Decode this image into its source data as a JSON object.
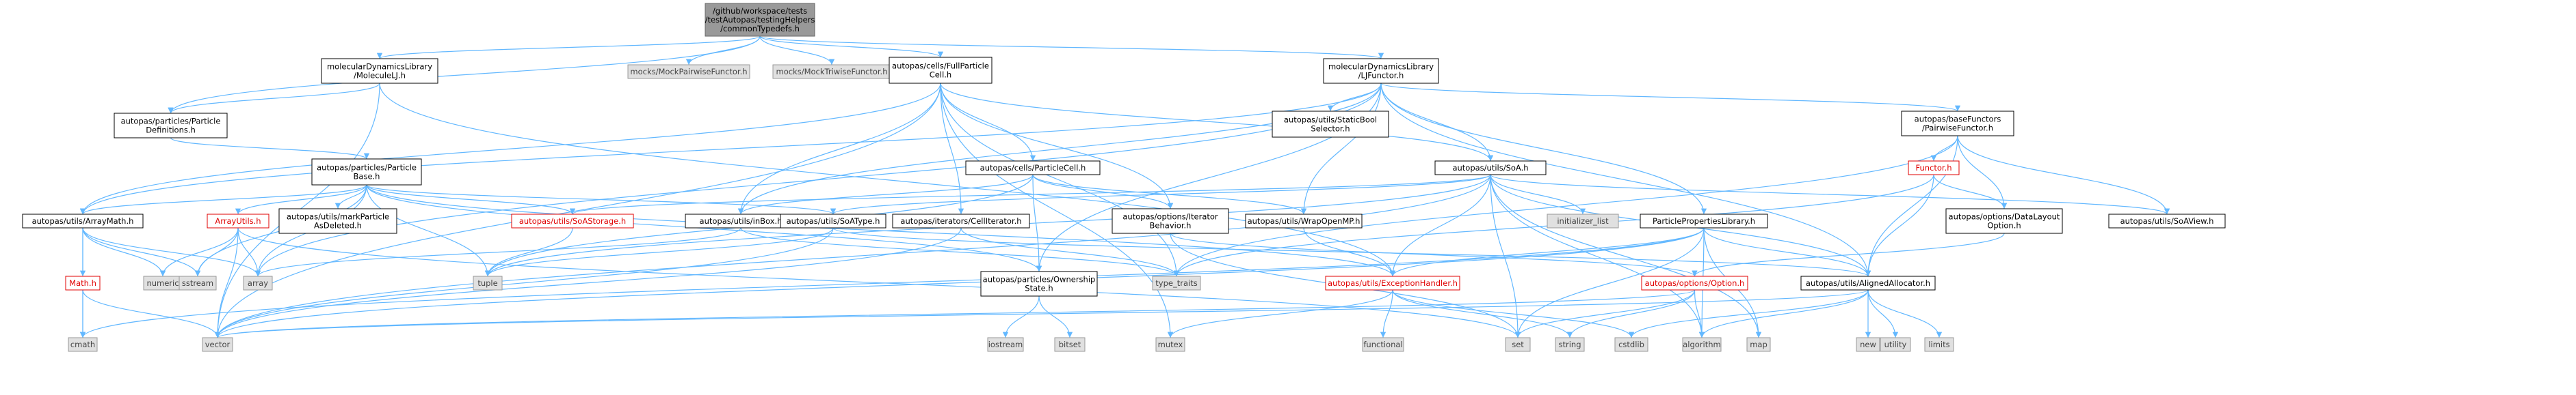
{
  "colors": {
    "edge": "#63b8ff",
    "root_fill": "#999999",
    "external_fill": "#e0e0e0",
    "red_text": "#e00000"
  },
  "nodes": [
    {
      "id": "root",
      "kind": "root",
      "lines": [
        "/github/workspace/tests",
        "/testAutopas/testingHelpers",
        "/commonTypedefs.h"
      ]
    },
    {
      "id": "molLJ",
      "kind": "std",
      "lines": [
        "molecularDynamicsLibrary",
        "/MoleculeLJ.h"
      ]
    },
    {
      "id": "mockPair",
      "kind": "ext",
      "lines": [
        "mocks/MockPairwiseFunctor.h"
      ]
    },
    {
      "id": "mockTri",
      "kind": "ext",
      "lines": [
        "mocks/MockTriwiseFunctor.h"
      ]
    },
    {
      "id": "fullCell",
      "kind": "std",
      "lines": [
        "autopas/cells/FullParticle",
        "Cell.h"
      ]
    },
    {
      "id": "ljFunctor",
      "kind": "std",
      "lines": [
        "molecularDynamicsLibrary",
        "/LJFunctor.h"
      ]
    },
    {
      "id": "partDef",
      "kind": "std",
      "lines": [
        "autopas/particles/Particle",
        "Definitions.h"
      ]
    },
    {
      "id": "partBase",
      "kind": "std",
      "lines": [
        "autopas/particles/Particle",
        "Base.h"
      ]
    },
    {
      "id": "staticBool",
      "kind": "std",
      "lines": [
        "autopas/utils/StaticBool",
        "Selector.h"
      ]
    },
    {
      "id": "pairFunctor",
      "kind": "std",
      "lines": [
        "autopas/baseFunctors",
        "/PairwiseFunctor.h"
      ]
    },
    {
      "id": "particleCell",
      "kind": "std",
      "lines": [
        "autopas/cells/ParticleCell.h"
      ]
    },
    {
      "id": "soa",
      "kind": "std",
      "lines": [
        "autopas/utils/SoA.h"
      ]
    },
    {
      "id": "arrayMath",
      "kind": "std",
      "lines": [
        "autopas/utils/ArrayMath.h"
      ]
    },
    {
      "id": "arrayUtils",
      "kind": "redfile",
      "lines": [
        "ArrayUtils.h"
      ]
    },
    {
      "id": "markDeleted",
      "kind": "std",
      "lines": [
        "autopas/utils/markParticle",
        "AsDeleted.h"
      ]
    },
    {
      "id": "soaStorage",
      "kind": "redfile",
      "lines": [
        "autopas/utils/SoAStorage.h"
      ]
    },
    {
      "id": "inBox",
      "kind": "std",
      "lines": [
        "autopas/utils/inBox.h"
      ]
    },
    {
      "id": "soaType",
      "kind": "std",
      "lines": [
        "autopas/utils/SoAType.h"
      ]
    },
    {
      "id": "cellIter",
      "kind": "std",
      "lines": [
        "autopas/iterators/CellIterator.h"
      ]
    },
    {
      "id": "iterBehavior",
      "kind": "std",
      "lines": [
        "autopas/options/Iterator",
        "Behavior.h"
      ]
    },
    {
      "id": "wrapOpenMP",
      "kind": "std",
      "lines": [
        "autopas/utils/WrapOpenMP.h"
      ]
    },
    {
      "id": "initList",
      "kind": "ext",
      "lines": [
        "initializer_list"
      ]
    },
    {
      "id": "ppLib",
      "kind": "std",
      "lines": [
        "ParticlePropertiesLibrary.h"
      ]
    },
    {
      "id": "functor",
      "kind": "redfile",
      "lines": [
        "Functor.h"
      ]
    },
    {
      "id": "dataLayout",
      "kind": "std",
      "lines": [
        "autopas/options/DataLayout",
        "Option.h"
      ]
    },
    {
      "id": "soaView",
      "kind": "std",
      "lines": [
        "autopas/utils/SoAView.h"
      ]
    },
    {
      "id": "mathH",
      "kind": "redfile",
      "lines": [
        "Math.h"
      ]
    },
    {
      "id": "numeric",
      "kind": "ext",
      "lines": [
        "numeric"
      ]
    },
    {
      "id": "sstream",
      "kind": "ext",
      "lines": [
        "sstream"
      ]
    },
    {
      "id": "array",
      "kind": "ext",
      "lines": [
        "array"
      ]
    },
    {
      "id": "tuple",
      "kind": "ext",
      "lines": [
        "tuple"
      ]
    },
    {
      "id": "ownership",
      "kind": "std",
      "lines": [
        "autopas/particles/Ownership",
        "State.h"
      ]
    },
    {
      "id": "typeTraits",
      "kind": "ext",
      "lines": [
        "type_traits"
      ]
    },
    {
      "id": "excHandler",
      "kind": "redfile",
      "lines": [
        "autopas/utils/ExceptionHandler.h"
      ]
    },
    {
      "id": "option",
      "kind": "redfile",
      "lines": [
        "autopas/options/Option.h"
      ]
    },
    {
      "id": "alignedAlloc",
      "kind": "std",
      "lines": [
        "autopas/utils/AlignedAllocator.h"
      ]
    },
    {
      "id": "cmath",
      "kind": "ext",
      "lines": [
        "cmath"
      ]
    },
    {
      "id": "vector",
      "kind": "ext",
      "lines": [
        "vector"
      ]
    },
    {
      "id": "iostream",
      "kind": "ext",
      "lines": [
        "iostream"
      ]
    },
    {
      "id": "bitset",
      "kind": "ext",
      "lines": [
        "bitset"
      ]
    },
    {
      "id": "mutex",
      "kind": "ext",
      "lines": [
        "mutex"
      ]
    },
    {
      "id": "functional",
      "kind": "ext",
      "lines": [
        "functional"
      ]
    },
    {
      "id": "set",
      "kind": "ext",
      "lines": [
        "set"
      ]
    },
    {
      "id": "string",
      "kind": "ext",
      "lines": [
        "string"
      ]
    },
    {
      "id": "cstdlib",
      "kind": "ext",
      "lines": [
        "cstdlib"
      ]
    },
    {
      "id": "algorithm",
      "kind": "ext",
      "lines": [
        "algorithm"
      ]
    },
    {
      "id": "map",
      "kind": "ext",
      "lines": [
        "map"
      ]
    },
    {
      "id": "new",
      "kind": "ext",
      "lines": [
        "new"
      ]
    },
    {
      "id": "utility",
      "kind": "ext",
      "lines": [
        "utility"
      ]
    },
    {
      "id": "limits",
      "kind": "ext",
      "lines": [
        "limits"
      ]
    }
  ],
  "edges": [
    [
      "root",
      "molLJ"
    ],
    [
      "root",
      "mockPair"
    ],
    [
      "root",
      "mockTri"
    ],
    [
      "root",
      "fullCell"
    ],
    [
      "root",
      "ljFunctor"
    ],
    [
      "root",
      "partDef"
    ],
    [
      "molLJ",
      "partDef"
    ],
    [
      "molLJ",
      "vector"
    ],
    [
      "molLJ",
      "excHandler"
    ],
    [
      "partDef",
      "partBase"
    ],
    [
      "partBase",
      "arrayMath"
    ],
    [
      "partBase",
      "arrayUtils"
    ],
    [
      "partBase",
      "markDeleted"
    ],
    [
      "partBase",
      "soaStorage"
    ],
    [
      "partBase",
      "soaType"
    ],
    [
      "partBase",
      "ownership"
    ],
    [
      "partBase",
      "excHandler"
    ],
    [
      "partBase",
      "array"
    ],
    [
      "partBase",
      "sstream"
    ],
    [
      "partBase",
      "tuple"
    ],
    [
      "fullCell",
      "particleCell"
    ],
    [
      "fullCell",
      "soa"
    ],
    [
      "fullCell",
      "cellIter"
    ],
    [
      "fullCell",
      "iterBehavior"
    ],
    [
      "fullCell",
      "inBox"
    ],
    [
      "fullCell",
      "arrayMath"
    ],
    [
      "fullCell",
      "mutex"
    ],
    [
      "fullCell",
      "vector"
    ],
    [
      "fullCell",
      "typeTraits"
    ],
    [
      "ljFunctor",
      "arrayMath"
    ],
    [
      "ljFunctor",
      "staticBool"
    ],
    [
      "ljFunctor",
      "pairFunctor"
    ],
    [
      "ljFunctor",
      "soa"
    ],
    [
      "ljFunctor",
      "ppLib"
    ],
    [
      "ljFunctor",
      "wrapOpenMP"
    ],
    [
      "ljFunctor",
      "inBox"
    ],
    [
      "ljFunctor",
      "alignedAlloc"
    ],
    [
      "ljFunctor",
      "ownership"
    ],
    [
      "ljFunctor",
      "array"
    ],
    [
      "pairFunctor",
      "functor"
    ],
    [
      "pairFunctor",
      "dataLayout"
    ],
    [
      "pairFunctor",
      "soaView"
    ],
    [
      "pairFunctor",
      "alignedAlloc"
    ],
    [
      "pairFunctor",
      "typeTraits"
    ],
    [
      "particleCell",
      "inBox"
    ],
    [
      "particleCell",
      "iterBehavior"
    ],
    [
      "particleCell",
      "ownership"
    ],
    [
      "particleCell",
      "wrapOpenMP"
    ],
    [
      "particleCell",
      "tuple"
    ],
    [
      "soa",
      "soaStorage"
    ],
    [
      "soa",
      "soaType"
    ],
    [
      "soa",
      "soaView"
    ],
    [
      "soa",
      "initList"
    ],
    [
      "soa",
      "alignedAlloc"
    ],
    [
      "soa",
      "excHandler"
    ],
    [
      "soa",
      "algorithm"
    ],
    [
      "soa",
      "map"
    ],
    [
      "soa",
      "vector"
    ],
    [
      "soa",
      "tuple"
    ],
    [
      "soa",
      "set"
    ],
    [
      "arrayMath",
      "mathH"
    ],
    [
      "arrayMath",
      "array"
    ],
    [
      "arrayMath",
      "cmath"
    ],
    [
      "arrayMath",
      "numeric"
    ],
    [
      "arrayMath",
      "sstream"
    ],
    [
      "arrayUtils",
      "array"
    ],
    [
      "arrayUtils",
      "sstream"
    ],
    [
      "arrayUtils",
      "set"
    ],
    [
      "arrayUtils",
      "vector"
    ],
    [
      "arrayUtils",
      "numeric"
    ],
    [
      "mathH",
      "cmath"
    ],
    [
      "mathH",
      "vector"
    ],
    [
      "soaStorage",
      "tuple"
    ],
    [
      "inBox",
      "array"
    ],
    [
      "inBox",
      "typeTraits"
    ],
    [
      "soaType",
      "tuple"
    ],
    [
      "soaType",
      "vector"
    ],
    [
      "soaType",
      "alignedAlloc"
    ],
    [
      "cellIter",
      "typeTraits"
    ],
    [
      "cellIter",
      "vector"
    ],
    [
      "iterBehavior",
      "option"
    ],
    [
      "iterBehavior",
      "set"
    ],
    [
      "wrapOpenMP",
      "excHandler"
    ],
    [
      "ppLib",
      "alignedAlloc"
    ],
    [
      "ppLib",
      "excHandler"
    ],
    [
      "ppLib",
      "set"
    ],
    [
      "ppLib",
      "map"
    ],
    [
      "ppLib",
      "algorithm"
    ],
    [
      "ppLib",
      "vector"
    ],
    [
      "ppLib",
      "cmath"
    ],
    [
      "functor",
      "dataLayout"
    ],
    [
      "functor",
      "alignedAlloc"
    ],
    [
      "functor",
      "typeTraits"
    ],
    [
      "dataLayout",
      "option"
    ],
    [
      "ownership",
      "iostream"
    ],
    [
      "ownership",
      "bitset"
    ],
    [
      "excHandler",
      "mutex"
    ],
    [
      "excHandler",
      "functional"
    ],
    [
      "excHandler",
      "cstdlib"
    ],
    [
      "excHandler",
      "string"
    ],
    [
      "option",
      "set"
    ],
    [
      "option",
      "string"
    ],
    [
      "option",
      "algorithm"
    ],
    [
      "option",
      "vector"
    ],
    [
      "alignedAlloc",
      "new"
    ],
    [
      "alignedAlloc",
      "utility"
    ],
    [
      "alignedAlloc",
      "limits"
    ],
    [
      "alignedAlloc",
      "cstdlib"
    ],
    [
      "alignedAlloc",
      "vector"
    ],
    [
      "alignedAlloc",
      "algorithm"
    ]
  ]
}
